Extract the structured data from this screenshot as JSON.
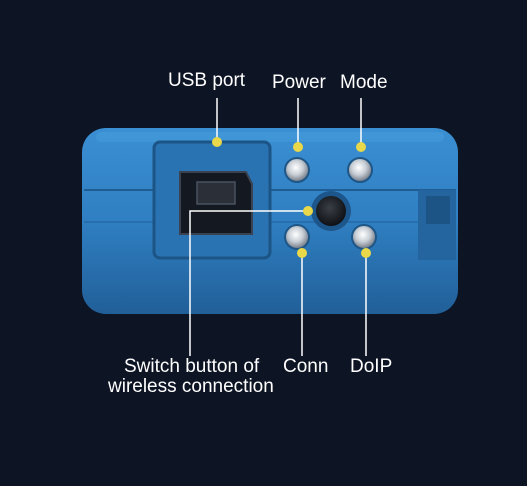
{
  "labels": {
    "usb_port": "USB port",
    "power": "Power",
    "mode": "Mode",
    "switch_line1": "Switch button of",
    "switch_line2": "wireless connection",
    "conn": "Conn",
    "doip": "DoIP"
  },
  "colors": {
    "background": "#0d1424",
    "device_body": "#2f7fc2",
    "callout_dot": "#e8d84a",
    "callout_line": "#ffffff"
  }
}
